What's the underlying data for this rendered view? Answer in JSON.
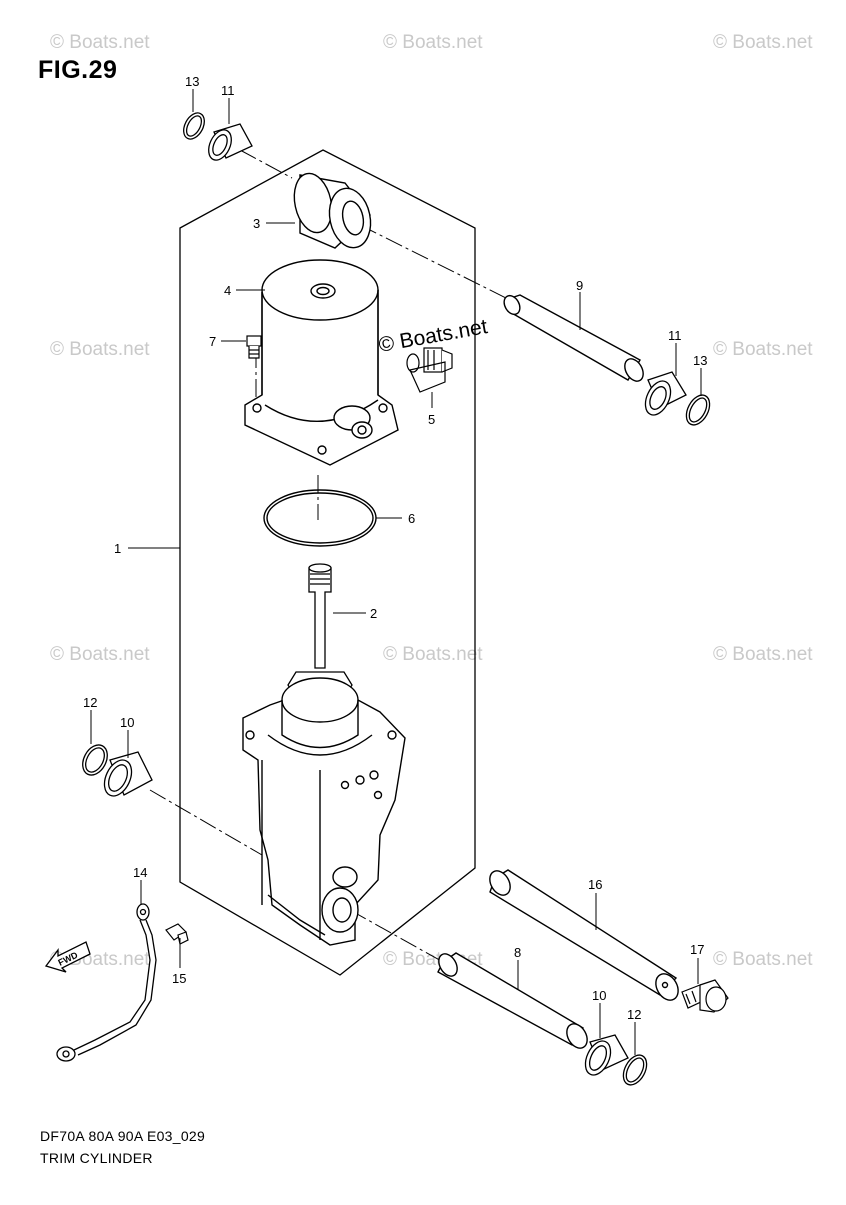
{
  "figure": {
    "title": "FIG.29",
    "model_line": "DF70A 80A 90A E03_029",
    "caption": "TRIM CYLINDER"
  },
  "watermark": "© Boats.net",
  "stamp_text": "© Boats.net",
  "fwd_label": "FWD",
  "callouts": [
    {
      "id": "c13a",
      "text": "13"
    },
    {
      "id": "c11a",
      "text": "11"
    },
    {
      "id": "c3",
      "text": "3"
    },
    {
      "id": "c4",
      "text": "4"
    },
    {
      "id": "c7",
      "text": "7"
    },
    {
      "id": "c5",
      "text": "5"
    },
    {
      "id": "c9",
      "text": "9"
    },
    {
      "id": "c11b",
      "text": "11"
    },
    {
      "id": "c13b",
      "text": "13"
    },
    {
      "id": "c6",
      "text": "6"
    },
    {
      "id": "c1",
      "text": "1"
    },
    {
      "id": "c2",
      "text": "2"
    },
    {
      "id": "c12a",
      "text": "12"
    },
    {
      "id": "c10a",
      "text": "10"
    },
    {
      "id": "c14",
      "text": "14"
    },
    {
      "id": "c15",
      "text": "15"
    },
    {
      "id": "c16",
      "text": "16"
    },
    {
      "id": "c17",
      "text": "17"
    },
    {
      "id": "c8",
      "text": "8"
    },
    {
      "id": "c10b",
      "text": "10"
    },
    {
      "id": "c12b",
      "text": "12"
    }
  ]
}
